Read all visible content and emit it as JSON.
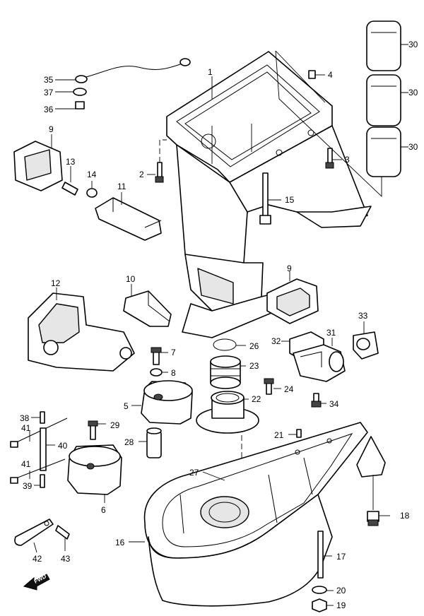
{
  "callouts": {
    "c1": "1",
    "c2": "2",
    "c3": "3",
    "c4": "4",
    "c5": "5",
    "c6": "6",
    "c7": "7",
    "c8": "8",
    "c9a": "9",
    "c9b": "9",
    "c10": "10",
    "c11": "11",
    "c12": "12",
    "c13": "13",
    "c14": "14",
    "c15": "15",
    "c16": "16",
    "c17": "17",
    "c18": "18",
    "c19": "19",
    "c20": "20",
    "c21": "21",
    "c22": "22",
    "c23": "23",
    "c24": "24",
    "c26": "26",
    "c27": "27",
    "c28": "28",
    "c29": "29",
    "c30a": "30",
    "c30b": "30",
    "c30c": "30",
    "c31": "31",
    "c32": "32",
    "c33": "33",
    "c34": "34",
    "c35": "35",
    "c36": "36",
    "c37": "37",
    "c38": "38",
    "c39": "39",
    "c40": "40",
    "c41a": "41",
    "c41b": "41",
    "c42": "42",
    "c43": "43"
  },
  "direction_marker": {
    "label": "FWD",
    "icon": "forward-arrow-icon"
  },
  "colors": {
    "line": "#000000",
    "background": "#ffffff"
  }
}
